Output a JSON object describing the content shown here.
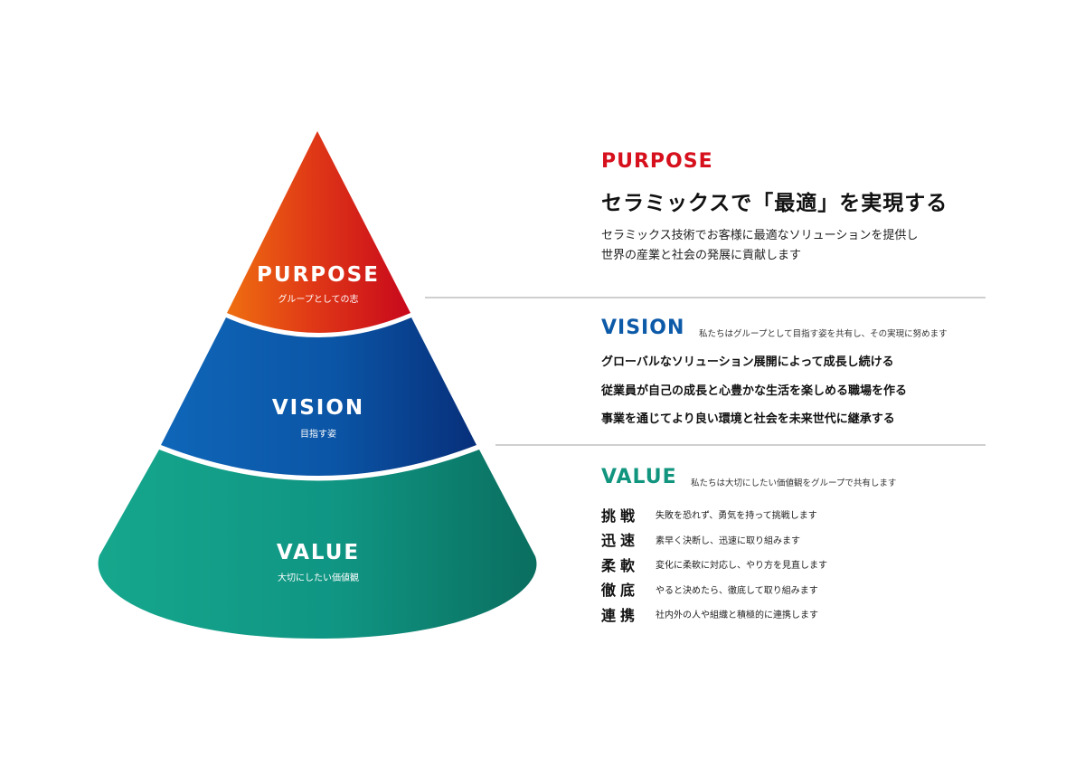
{
  "pyramid": {
    "purpose": {
      "title": "PURPOSE",
      "subtitle": "グループとしての志"
    },
    "vision": {
      "title": "VISION",
      "subtitle": "目指す姿"
    },
    "value": {
      "title": "VALUE",
      "subtitle": "大切にしたい価値観"
    }
  },
  "purpose": {
    "heading": "PURPOSE",
    "lead": "セラミックスで「最適」を実現する",
    "desc_lines": [
      "セラミックス技術でお客様に最適なソリューションを提供し",
      "世界の産業と社会の発展に貢献します"
    ]
  },
  "vision": {
    "heading": "VISION",
    "subtitle": "私たちはグループとして目指す姿を共有し、その実現に努めます",
    "items": [
      "グローバルなソリューション展開によって成長し続ける",
      "従業員が自己の成長と心豊かな生活を楽しめる職場を作る",
      "事業を通じてより良い環境と社会を未来世代に継承する"
    ]
  },
  "value": {
    "heading": "VALUE",
    "subtitle": "私たちは大切にしたい価値観をグループで共有します",
    "items": [
      {
        "word": "挑戦",
        "desc": "失敗を恐れず、勇気を持って挑戦します"
      },
      {
        "word": "迅速",
        "desc": "素早く決断し、迅速に取り組みます"
      },
      {
        "word": "柔軟",
        "desc": "変化に柔軟に対応し、やり方を見直します"
      },
      {
        "word": "徹底",
        "desc": "やると決めたら、徹底して取り組みます"
      },
      {
        "word": "連携",
        "desc": "社内外の人や組織と積極的に連携します"
      }
    ]
  },
  "colors": {
    "purpose_red": "#d6101c",
    "purpose_orange": "#ec6a12",
    "vision_blue": "#0d5aa8",
    "vision_navy": "#082f7c",
    "value_teal": "#12957f",
    "value_dark": "#0b7262"
  }
}
